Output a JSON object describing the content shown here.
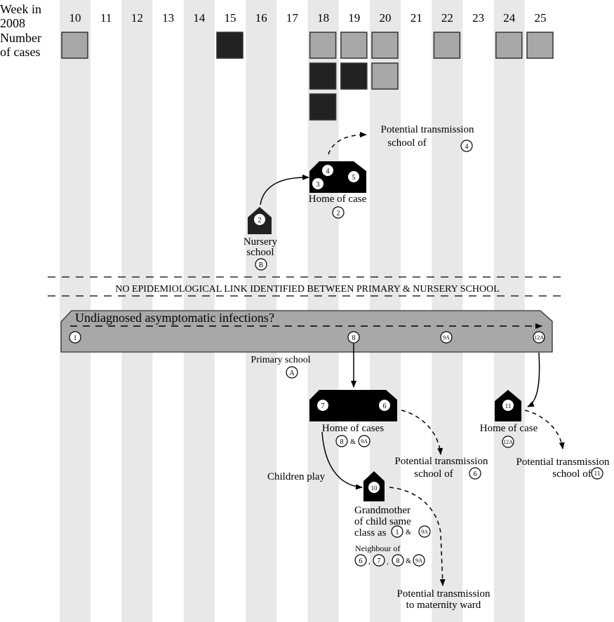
{
  "header": {
    "week_label_line1": "Week in",
    "week_label_line2": "2008",
    "cases_label_line1": "Number",
    "cases_label_line2": "of cases"
  },
  "weeks": [
    "10",
    "11",
    "12",
    "13",
    "14",
    "15",
    "16",
    "17",
    "18",
    "19",
    "20",
    "21",
    "22",
    "23",
    "24",
    "25"
  ],
  "shaded_weeks": [
    "10",
    "12",
    "14",
    "16",
    "18",
    "20",
    "22",
    "24"
  ],
  "case_counts": [
    {
      "week": "10",
      "primary": 1,
      "nursery": 0
    },
    {
      "week": "15",
      "primary": 0,
      "nursery": 1
    },
    {
      "week": "18",
      "primary": 1,
      "nursery": 2
    },
    {
      "week": "19",
      "primary": 1,
      "nursery": 1
    },
    {
      "week": "20",
      "primary": 2,
      "nursery": 0
    },
    {
      "week": "22",
      "primary": 1,
      "nursery": 0
    },
    {
      "week": "24",
      "primary": 1,
      "nursery": 0
    },
    {
      "week": "25",
      "primary": 1,
      "nursery": 0
    }
  ],
  "colors": {
    "week_shade": "#e8e8e8",
    "primary_case": "#a8a8a8",
    "nursery_case": "#222222",
    "building": "#000000",
    "primary_school_band": "#a8a8a8"
  },
  "nursery_cluster": {
    "nursery_school": {
      "label_line1": "Nursery",
      "label_line2": "school",
      "id": "B",
      "cases": [
        "2"
      ]
    },
    "home_of_case_2": {
      "label": "Home of case",
      "ref": "2",
      "cases": [
        "4",
        "3",
        "5"
      ]
    },
    "transmission_note": {
      "line1": "Potential transmission",
      "line2": "school of",
      "ref": "4"
    }
  },
  "separator_text": "NO EPIDEMIOLOGICAL LINK IDENTIFIED BETWEEN PRIMARY & NURSERY SCHOOL",
  "primary_cluster": {
    "band_title": "Undiagnosed asymptomatic infections?",
    "band_cases": [
      "1",
      "8",
      "9A",
      "12A"
    ],
    "school_label": "Primary school",
    "school_id": "A",
    "home_of_cases": {
      "label": "Home of cases",
      "refs": [
        "8",
        "9A"
      ],
      "cases": [
        "7",
        "6"
      ],
      "amp": "&"
    },
    "transmission_6": {
      "line1": "Potential transmission",
      "line2": "school of",
      "ref": "6"
    },
    "home_of_case_12a": {
      "label": "Home of case",
      "ref": "12A",
      "cases": [
        "11"
      ]
    },
    "transmission_11": {
      "line1": "Potential transmission",
      "line2": "school of",
      "ref": "11"
    },
    "children_play": "Children play",
    "grandmother": {
      "cases": [
        "10"
      ],
      "line1": "Grandmother",
      "line2": "of child same",
      "line3": "class as",
      "refs": [
        "1",
        "9A"
      ],
      "amp": "&"
    },
    "neighbour": {
      "label": "Neighbour of",
      "refs": [
        "6",
        "7",
        "8",
        "9A"
      ],
      "sep1": ",",
      "sep2": ",",
      "amp": "&"
    },
    "maternity": {
      "line1": "Potential transmission",
      "line2": "to maternity ward"
    }
  }
}
